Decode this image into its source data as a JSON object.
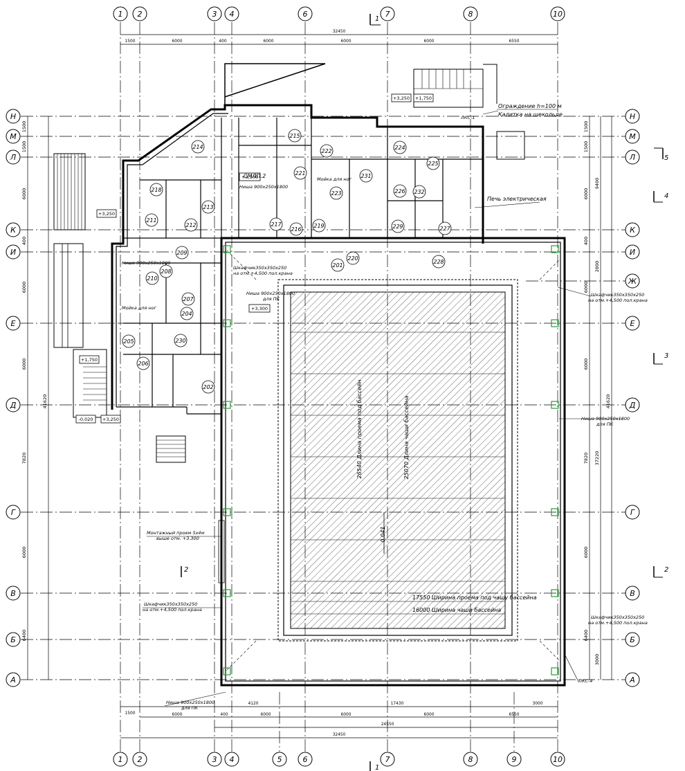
{
  "axes_vertical": [
    {
      "label": "1"
    },
    {
      "label": "2"
    },
    {
      "label": "3"
    },
    {
      "label": "4"
    },
    {
      "label": "5"
    },
    {
      "label": "6"
    },
    {
      "label": "7"
    },
    {
      "label": "8"
    },
    {
      "label": "9"
    },
    {
      "label": "10"
    }
  ],
  "axes_horizontal": [
    {
      "label": "Н"
    },
    {
      "label": "М"
    },
    {
      "label": "Л"
    },
    {
      "label": "К"
    },
    {
      "label": "И"
    },
    {
      "label": "Ж"
    },
    {
      "label": "Е"
    },
    {
      "label": "Д"
    },
    {
      "label": "Г"
    },
    {
      "label": "В"
    },
    {
      "label": "Б"
    },
    {
      "label": "А"
    }
  ],
  "top_dimensions": {
    "overall": "32450",
    "spans": [
      "1500",
      "6000",
      "400",
      "6000",
      "6000",
      "6000",
      "6550"
    ]
  },
  "bottom_dimensions": {
    "row1": [
      "1500",
      "6000",
      "400",
      "4120",
      "17430",
      "3000"
    ],
    "row2": [
      "6000",
      "6000",
      "6000",
      "6550"
    ],
    "row3": "24550",
    "row4": "32450"
  },
  "left_dimensions": {
    "spans": [
      "1500",
      "1500",
      "6000",
      "400",
      "6000",
      "6000",
      "7820",
      "6000",
      "6400"
    ],
    "overall": "41620"
  },
  "right_dimensions": {
    "spans": [
      "1500",
      "1500",
      "6000",
      "400",
      "6000",
      "6000",
      "7820",
      "6000",
      "6400"
    ],
    "sub": [
      "9400",
      "2800",
      "3000"
    ],
    "overall": "41620",
    "mid": "37220"
  },
  "rooms": [
    "201",
    "202",
    "204",
    "205",
    "206",
    "207",
    "208",
    "209",
    "210",
    "211",
    "212",
    "213",
    "214",
    "215",
    "216",
    "217",
    "218",
    "219",
    "220",
    "221",
    "222",
    "223",
    "224",
    "225",
    "226",
    "227",
    "228",
    "229",
    "230",
    "231",
    "232"
  ],
  "elevations": [
    "+3,250",
    "+1,750",
    "+3,250",
    "+1,750",
    "-0,020",
    "+3,250",
    "+3,300",
    "+3,300"
  ],
  "notes": {
    "fence": "Ограждение h=100 м",
    "gate": "Калитка на щекольде",
    "lks1": "ЛКС-1",
    "lks4": "ЛКС-4",
    "stove": "Печь электрическая",
    "cabinet1": "Шкафчик350x350x250",
    "cabinet1_sub": "на отм.+4,500 пол.крана",
    "niche1": "Ниша 900x250x1800",
    "niche1_sub": "для ПК",
    "cabinet_right1": "Шкафчик350x350x250",
    "cabinet_right1_sub": "на отм.+4,500 пол.крана",
    "niche_right": "Ниша 900x250x1800",
    "niche_right_sub": "для ПК",
    "cabinet_right2": "Шкафчик350x350x250",
    "cabinet_right2_sub": "на отм.+4,500 пол.крана",
    "mount_opening": "Монтажный проем 5х4м",
    "mount_opening_sub": "выше отм. +3.300",
    "cabinet_left2": "Шкафчик350x350x250",
    "cabinet_left2_sub": "на отм.+4,500 пол.крана",
    "niche_bottom": "Ниша 900x250x1800",
    "niche_bottom_sub": "для ПК",
    "foot_wash1": "Мойка для ног",
    "foot_wash2": "Мойка для ног",
    "niche_small": "Ниша 900x250x1800",
    "niche_small2": "Ниша 900x250x1800",
    "smlp": "СМЛП.2",
    "pool_length_opening": "26540 Длина проема под бассейн",
    "pool_length": "25070 Длина чаши бассейна",
    "pool_width_opening": "17550 Ширина проема под чашу бассейна",
    "pool_width": "16000 Ширина чаши бассейна",
    "pool_slope": "0,041"
  },
  "sections": {
    "s1_top": "1",
    "s1_bottom": "1",
    "s2_left": "2",
    "s2_right": "2",
    "s3": "3",
    "s4": "4",
    "s5": "5"
  }
}
